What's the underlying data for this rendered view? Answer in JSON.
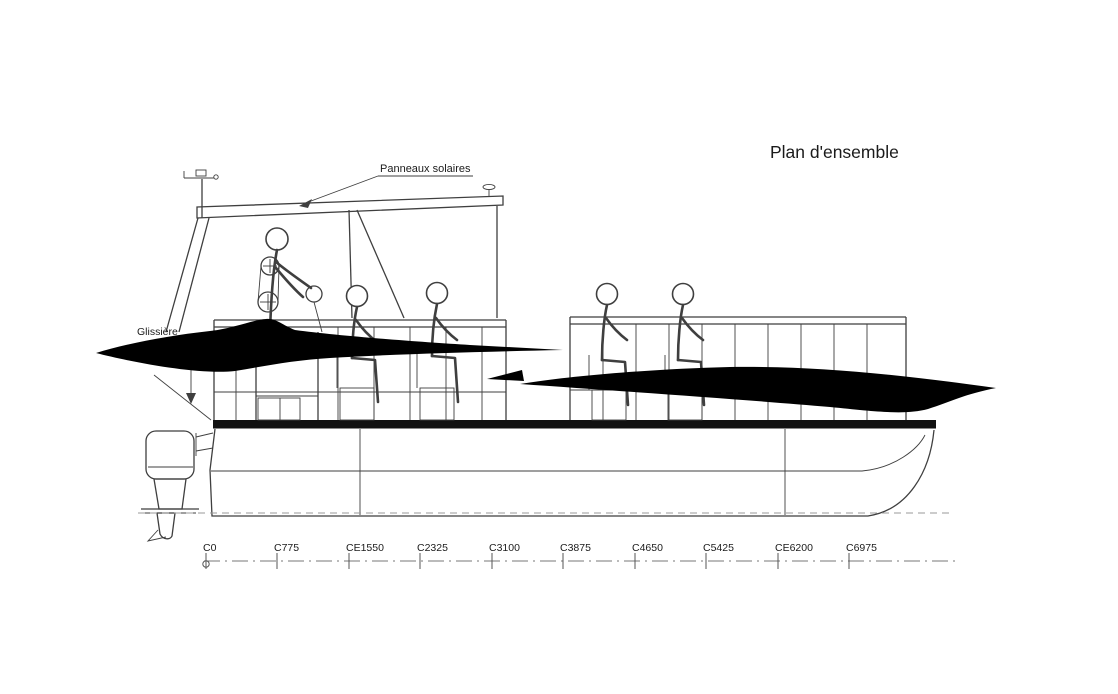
{
  "title": "Plan d'ensemble",
  "annotations": {
    "solar_panels_label": "Panneaux solaires",
    "slide_label": "Glissière"
  },
  "stations": {
    "labels": [
      "C0",
      "C775",
      "CE1550",
      "C2325",
      "C3100",
      "C3875",
      "C4650",
      "C5425",
      "CE6200",
      "C6975"
    ]
  },
  "colors": {
    "line": "#3f3f3f",
    "light_line": "#9a9a9a",
    "text": "#1b1b1b",
    "redaction": "#000000",
    "background": "#ffffff"
  }
}
